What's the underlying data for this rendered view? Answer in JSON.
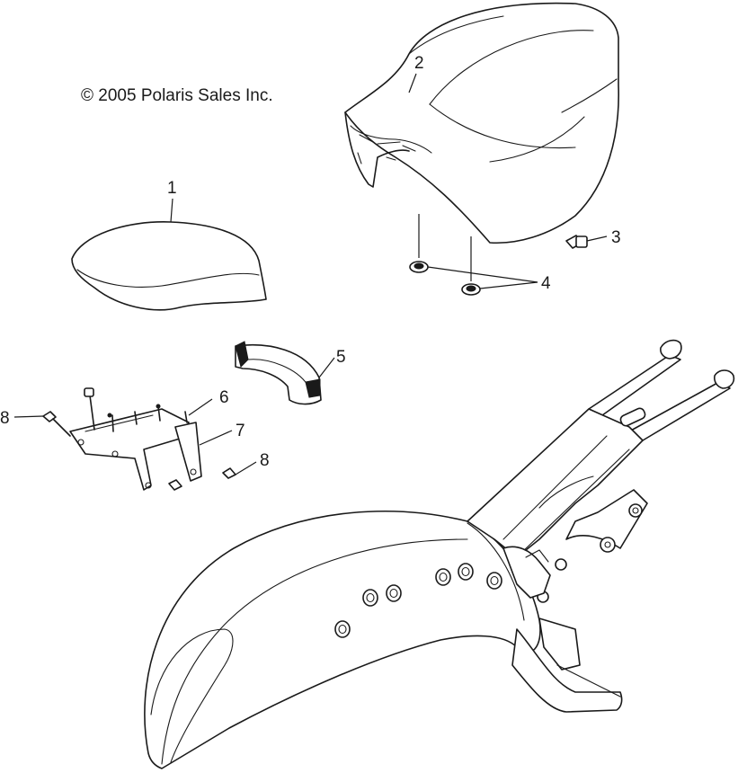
{
  "copyright": "© 2005 Polaris Sales Inc.",
  "callouts": {
    "c1": "1",
    "c2": "2",
    "c3": "3",
    "c4": "4",
    "c5": "5",
    "c6": "6",
    "c7": "7",
    "c8a": "8",
    "c8b": "8"
  }
}
